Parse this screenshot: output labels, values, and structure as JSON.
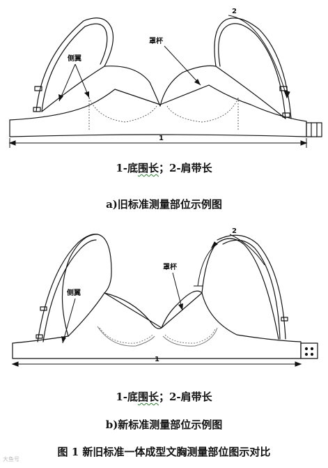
{
  "figure_a": {
    "label_side_wing": "侧翼",
    "label_cup": "罩杯",
    "marker_1": "1",
    "marker_2": "2",
    "legend_part1": "1-底",
    "legend_part2": "围长",
    "legend_part3": "；2-肩带长",
    "caption": "a)旧标准测量部位示例图"
  },
  "figure_b": {
    "label_side_wing": "侧翼",
    "label_cup": "罩杯",
    "marker_1": "1",
    "marker_2": "2",
    "legend_part1": "1-底",
    "legend_part2": "围长",
    "legend_part3": "；2-肩带长",
    "caption": "b)新标准测量部位示例图"
  },
  "figure_title": "图 1 新旧标准一体成型文胸测量部位图示对比",
  "watermark": "大鱼号"
}
